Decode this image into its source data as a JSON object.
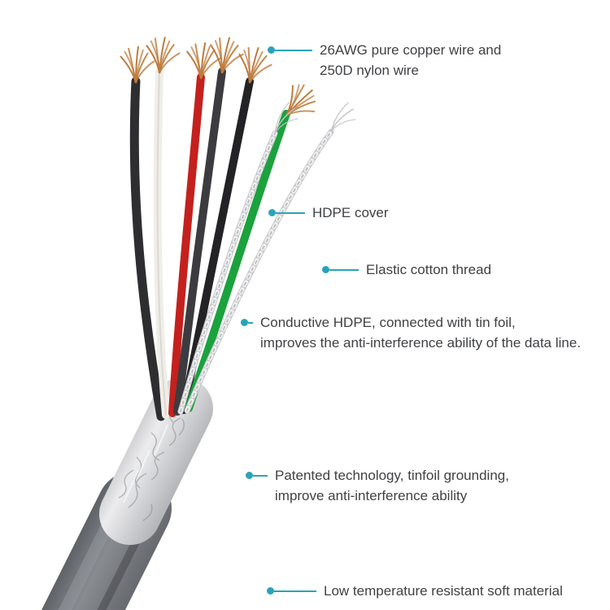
{
  "accent_color": "#2AA3B9",
  "text_color": "#3F4144",
  "callouts": [
    {
      "id": "copper-nylon-wire",
      "lines": [
        "26AWG pure copper wire and",
        "250D nylon wire"
      ]
    },
    {
      "id": "hdpe-cover",
      "lines": [
        "HDPE cover",
        ""
      ]
    },
    {
      "id": "elastic-cotton-thread",
      "lines": [
        "Elastic cotton thread",
        ""
      ]
    },
    {
      "id": "conductive-hdpe",
      "lines": [
        "Conductive HDPE, connected with tin foil,",
        "improves the anti-interference ability of the data line."
      ]
    },
    {
      "id": "tinfoil-grounding",
      "lines": [
        "Patented technology, tinfoil grounding,",
        "improve anti-interference ability"
      ]
    },
    {
      "id": "soft-material",
      "lines": [
        "Low temperature resistant soft material",
        ""
      ]
    }
  ],
  "illustration": {
    "copper_color": "#BE7B3C",
    "silver_wire_color": "#C9CACD",
    "foil_color": "#D6D7D9",
    "jacket_color": "#6A6E73",
    "wires": {
      "black1": "#2E2E31",
      "white": "#F0EEE9",
      "red": "#C4211E",
      "gray": "#3C3C40",
      "black2": "#232326",
      "green": "#1BA23D"
    }
  }
}
